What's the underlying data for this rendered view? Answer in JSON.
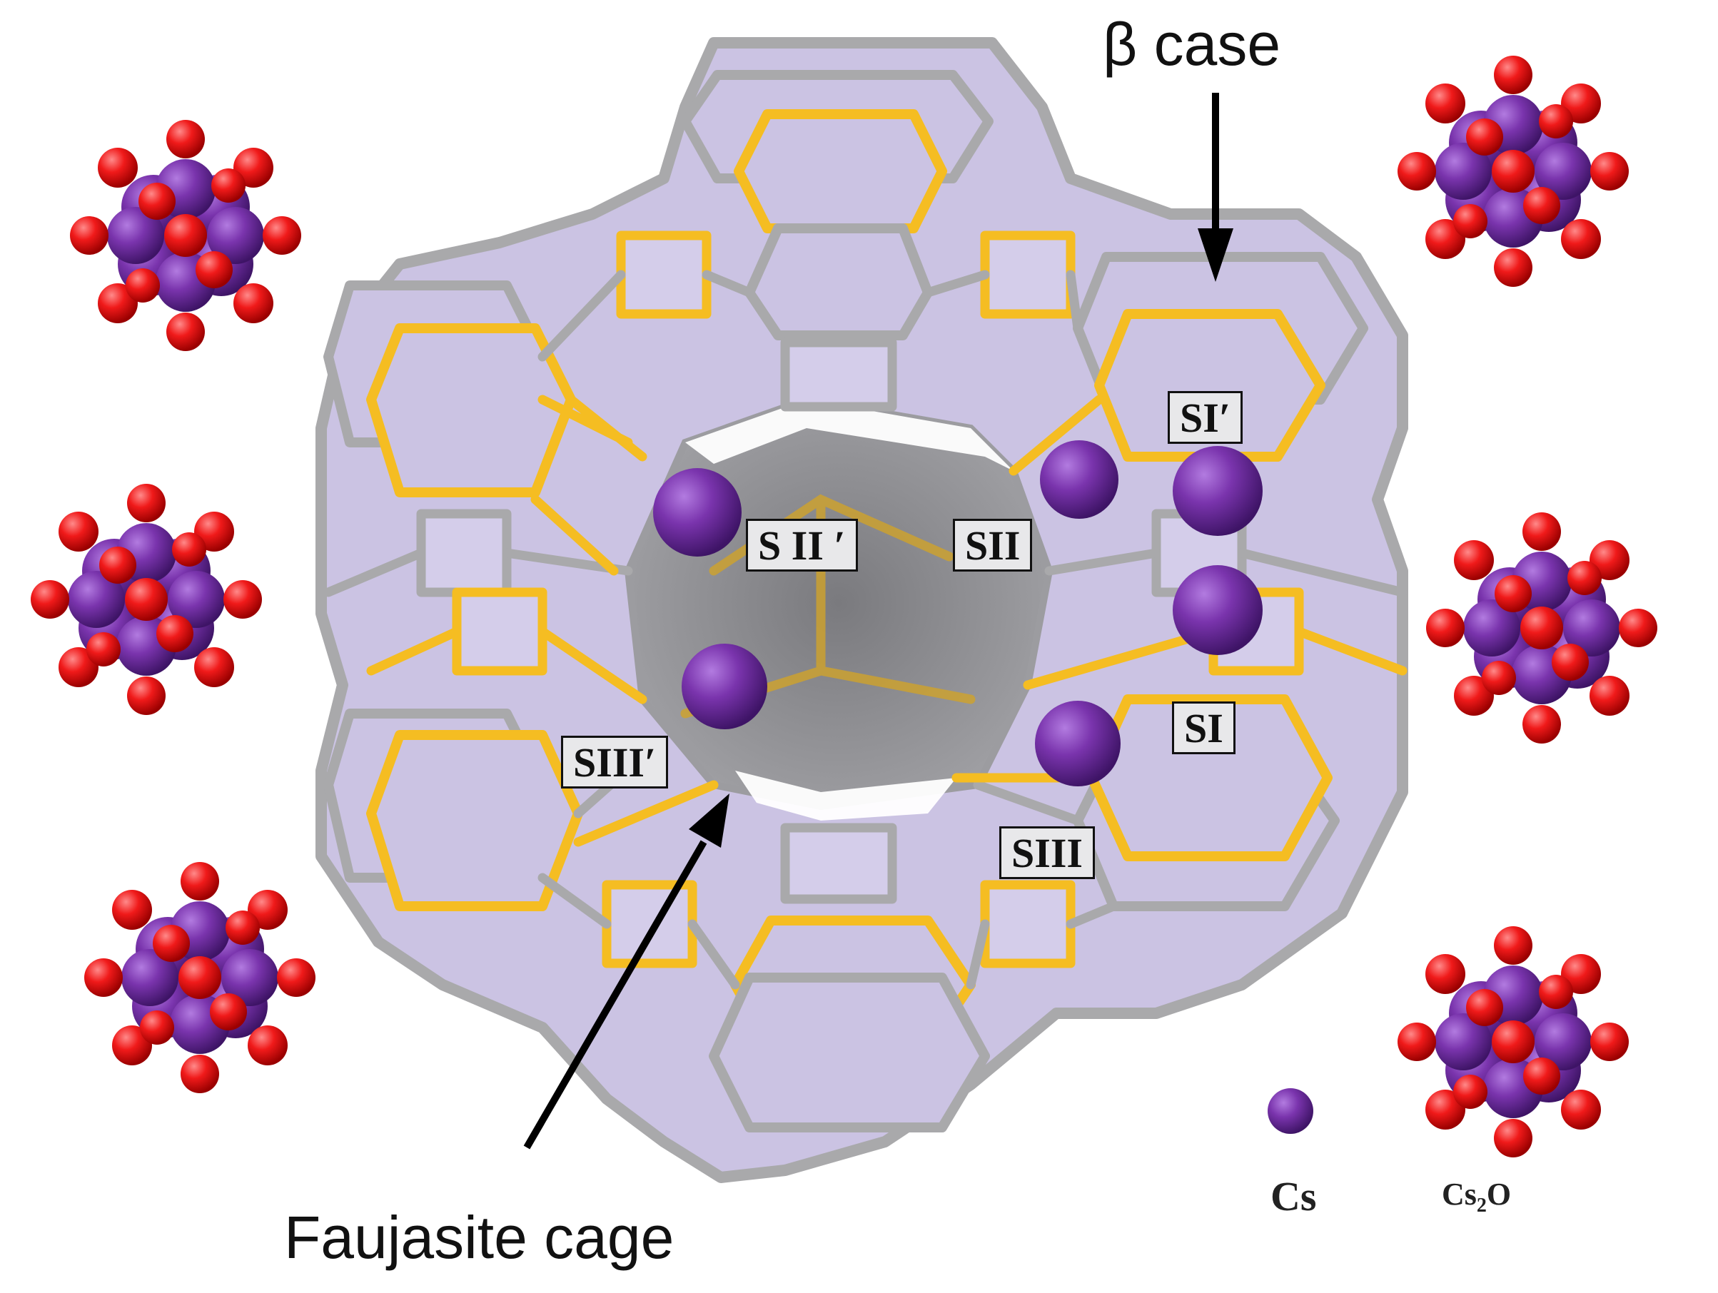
{
  "annotations": {
    "beta_cage": "β case",
    "faujasite_cage": "Faujasite cage"
  },
  "sites": {
    "si_prime": "SI′",
    "sii_prime": "S II ′",
    "sii": "SII",
    "si": "SI",
    "siii_prime": "SIII′",
    "siii": "SIII"
  },
  "legend": {
    "cs": "Cs",
    "cs2o_main": "Cs",
    "cs2o_sub": "2",
    "cs2o_tail": "O"
  },
  "colors": {
    "cage_fill": "#cbc3e3",
    "framework_grey": "#a9a9ab",
    "framework_yellow": "#f5bd22",
    "inner_cavity": "#8d8d90",
    "cs_atom": "#6a2c9a",
    "o_atom": "#ee1c1c"
  }
}
